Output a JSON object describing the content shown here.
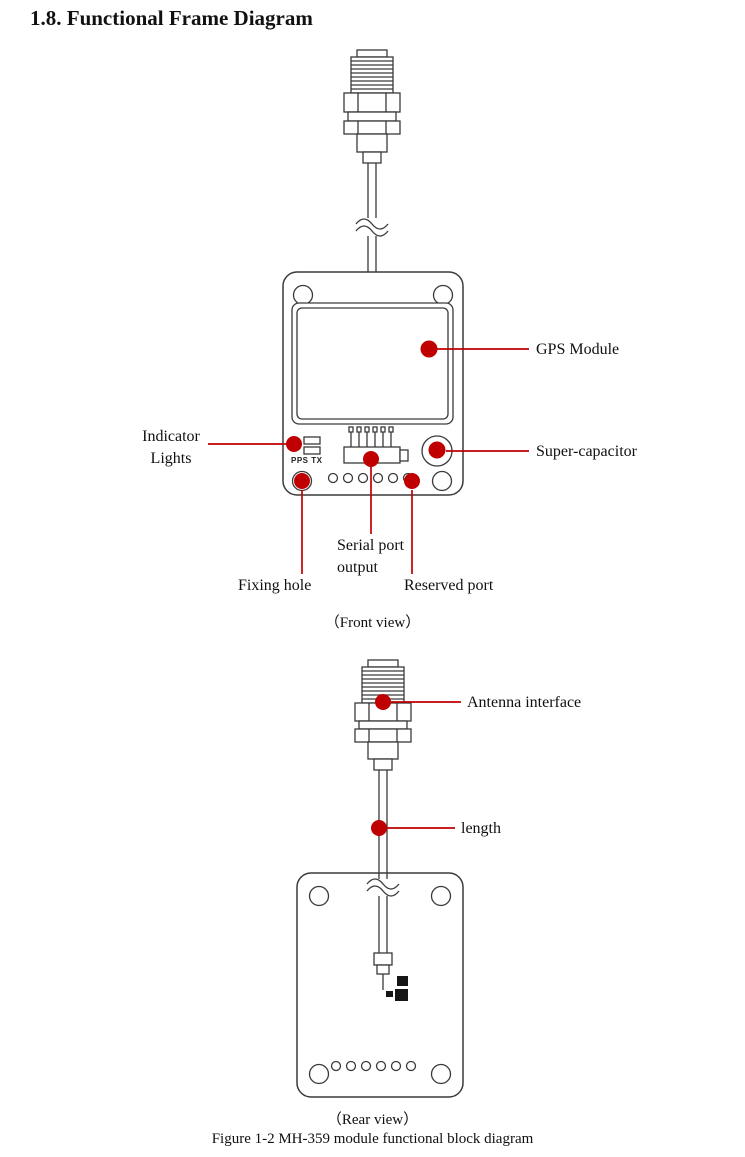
{
  "colors": {
    "annotation_red": "#c00000",
    "line_dark": "#3a3a3a"
  },
  "page": {
    "title": "1.8. Functional Frame Diagram",
    "figure_caption": "Figure 1-2 MH-359 module functional block diagram"
  },
  "front_view": {
    "view_caption": "（Front view）",
    "pps_tx_label": "PPS TX",
    "labels": {
      "gps_module": "GPS Module",
      "indicator_lights": "Indicator\nLights",
      "super_capacitor": "Super-capacitor",
      "serial_port_output": "Serial port\noutput",
      "fixing_hole": "Fixing hole",
      "reserved_port": "Reserved port"
    }
  },
  "rear_view": {
    "view_caption": "（Rear view）",
    "labels": {
      "antenna_interface": "Antenna interface",
      "length": "length"
    }
  }
}
